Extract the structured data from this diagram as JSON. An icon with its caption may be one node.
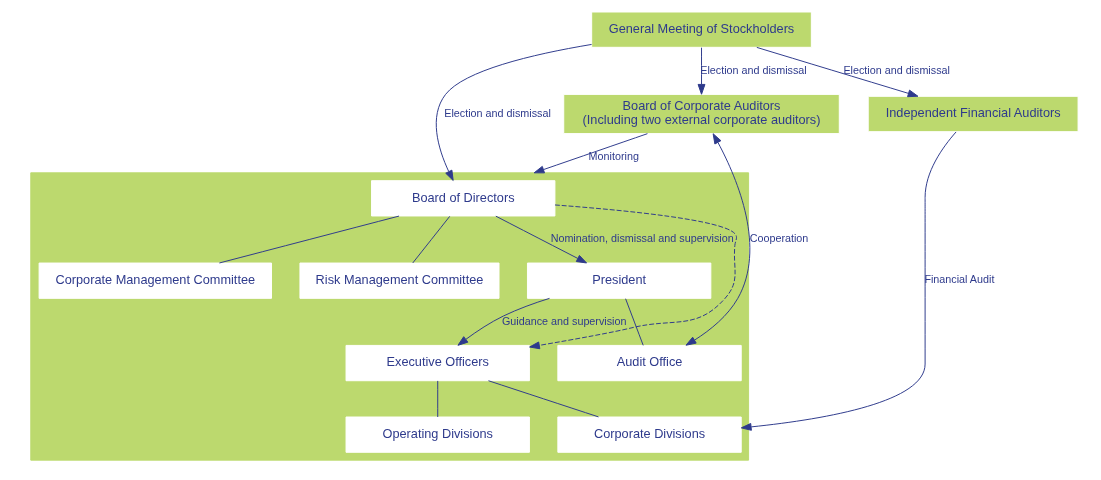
{
  "diagram": {
    "nodes": [
      {
        "text": [
          "General Meeting of Stockholders"
        ]
      },
      {
        "text": [],
        "shape": "box"
      },
      {
        "text": [
          "Board of Directors"
        ],
        "in": 1
      },
      {
        "text": [
          "Corporate Management Committee"
        ],
        "in": 1
      },
      {
        "text": [
          "Risk Management Committee"
        ],
        "in": 1
      },
      {
        "text": [
          "President"
        ],
        "in": 1
      },
      {
        "text": [
          "Audit Office"
        ],
        "in": 1
      },
      {
        "text": [
          "Executive Officers"
        ],
        "in": 1
      },
      {
        "text": [
          "Operating Divisions"
        ],
        "in": 1
      },
      {
        "text": [
          "Corporate Divisions"
        ],
        "in": 1
      },
      {
        "text": [
          "Board of Corporate Auditors",
          "(Including two external corporate auditors)"
        ]
      },
      {
        "text": [
          "Independent Financial Auditors"
        ]
      }
    ],
    "edges": [
      {
        "from": 0,
        "to": 2,
        "arrow": "to",
        "label": "Election and dismissal"
      },
      {
        "from": 0,
        "to": 10,
        "arrow": "to",
        "label": "Election and dismissal"
      },
      {
        "from": 0,
        "to": 11,
        "arrow": "to",
        "label": "Election and dismissal"
      },
      {
        "from": 10,
        "to": 1,
        "arrow": "to",
        "label": "Monitoring"
      },
      {
        "from": 2,
        "to": 3,
        "arrow": "none"
      },
      {
        "from": 2,
        "to": 4,
        "arrow": "none"
      },
      {
        "from": 2,
        "to": 5,
        "arrow": "to",
        "label": "Nomination, dismissal and supervision"
      },
      {
        "from": 2,
        "to": 7,
        "arrow": "to",
        "style": "dashed"
      },
      {
        "from": 5,
        "to": 6,
        "arrow": "none"
      },
      {
        "from": 5,
        "to": 7,
        "arrow": "to",
        "label": "Guidance and supervision"
      },
      {
        "from": 7,
        "to": 8,
        "arrow": "none"
      },
      {
        "from": 7,
        "to": 9,
        "arrow": "none"
      },
      {
        "from": 10,
        "to": 6,
        "arrow": "both",
        "label": "Cooperation"
      },
      {
        "from": 11,
        "to": 9,
        "arrow": "to",
        "label": "Financial Audit"
      }
    ]
  }
}
